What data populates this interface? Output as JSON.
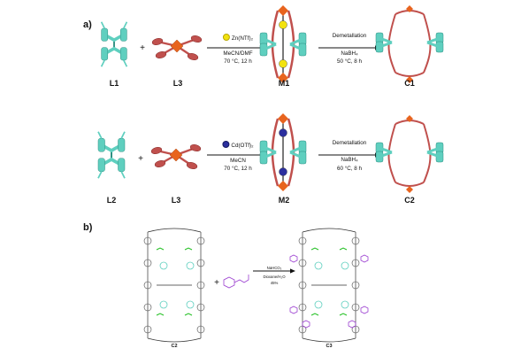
{
  "panels": {
    "a": "a)",
    "b": "b)"
  },
  "row1": {
    "ligand1": "L1",
    "plus": "+",
    "ligand2": "L3",
    "reagent": "Zn(NTf)₂",
    "solvent": "MeCN/DMF",
    "temp": "70 °C, 12 h",
    "intermediate": "M1",
    "step2_title": "Demetallation",
    "step2_reagent": "NaBH₄",
    "step2_temp": "50 °C, 8 h",
    "product": "C1"
  },
  "row2": {
    "ligand1": "L2",
    "plus": "+",
    "ligand2": "L3",
    "reagent": "Cd(OTf)₂",
    "solvent": "MeCN",
    "temp": "70 °C, 12 h",
    "intermediate": "M2",
    "step2_title": "Demetallation",
    "step2_reagent": "NaBH₄",
    "step2_temp": "60 °C, 8 h",
    "product": "C2"
  },
  "panel_b": {
    "reactant": "C2",
    "plus": "+",
    "reagent1": "NaHCO₃",
    "reagent2": "Dioxane/H₂O",
    "yield": "45%",
    "product": "C3"
  },
  "colors": {
    "teal": "#5fcfbf",
    "teal_dark": "#2f8f82",
    "red": "#c0504d",
    "orange": "#e8641e",
    "zinc": "#f2e20f",
    "cadmium": "#2b2f9e",
    "green_nh": "#22c022",
    "purple": "#9b3fd0"
  }
}
